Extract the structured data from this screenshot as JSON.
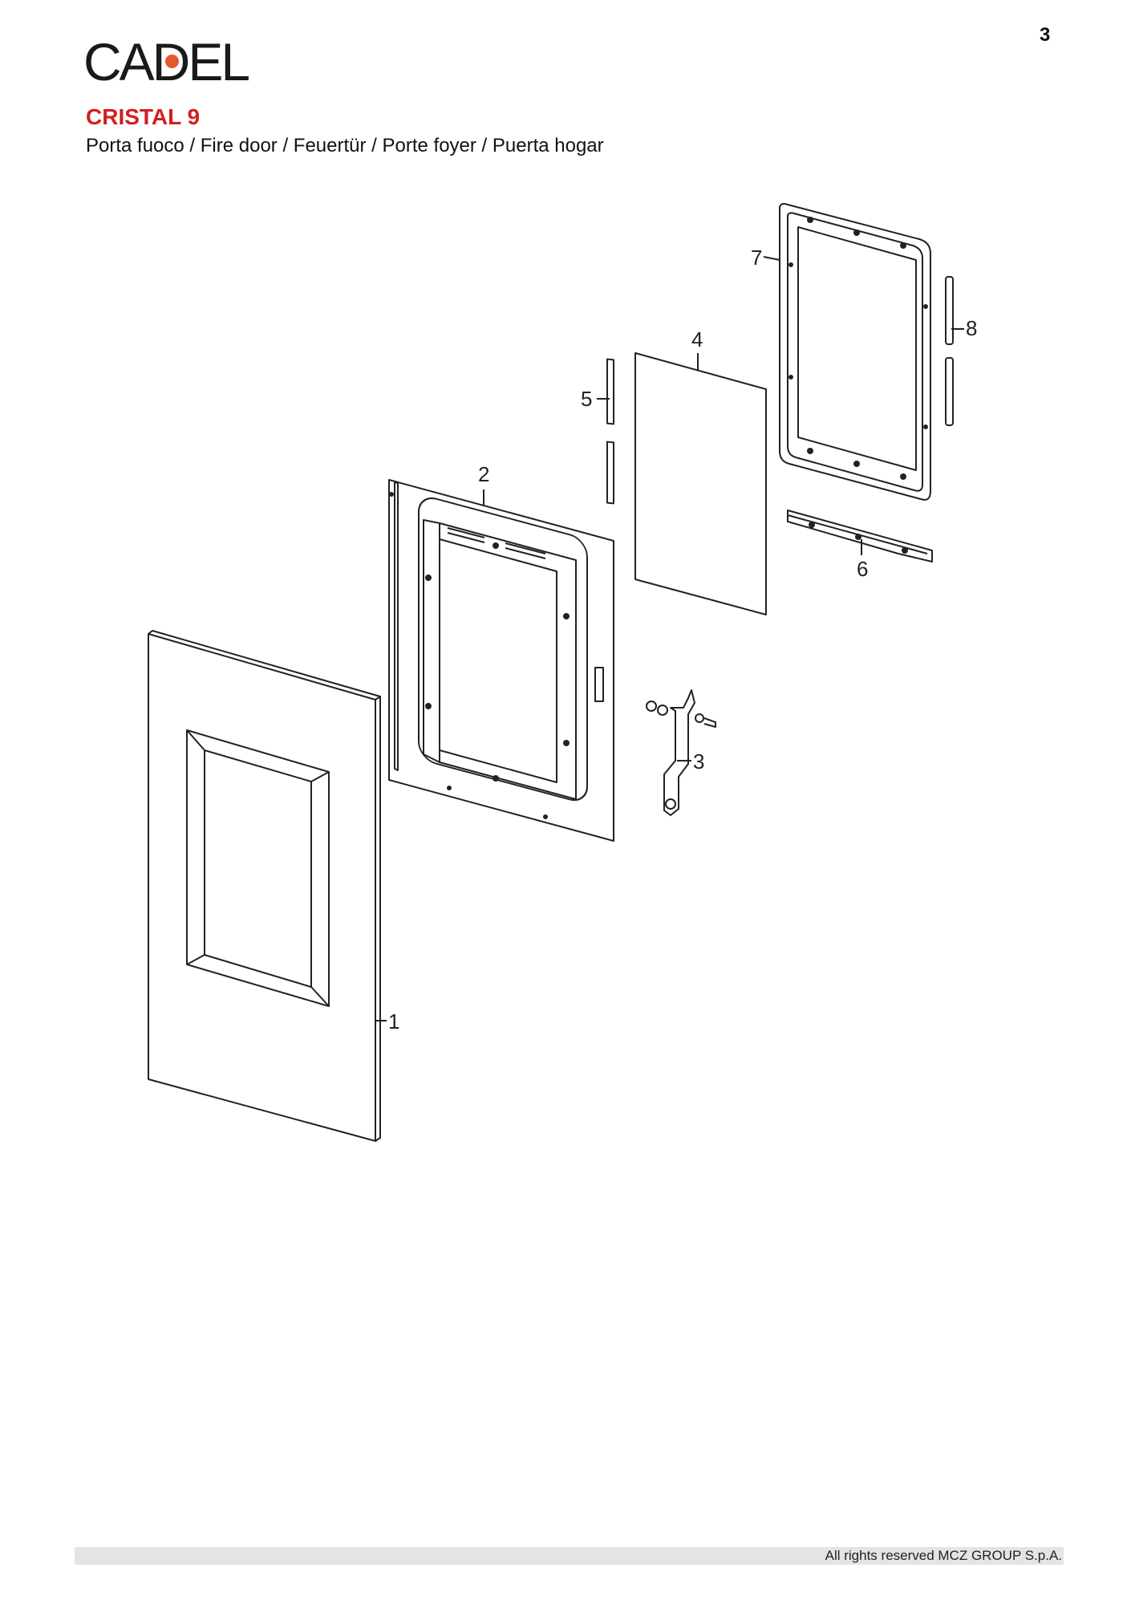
{
  "page": {
    "number": "3"
  },
  "brand": {
    "logo_text": "CADEL",
    "logo_accent": "#e2592b"
  },
  "document": {
    "model": "CRISTAL 9",
    "section": "Porta fuoco / Fire door / Feuertür / Porte foyer / Puerta hogar"
  },
  "diagram": {
    "labels": [
      "1",
      "2",
      "3",
      "4",
      "5",
      "6",
      "7",
      "8"
    ]
  },
  "footer": {
    "copyright": "All rights reserved MCZ GROUP S.p.A."
  },
  "colors": {
    "title_red": "#d21f1f"
  }
}
